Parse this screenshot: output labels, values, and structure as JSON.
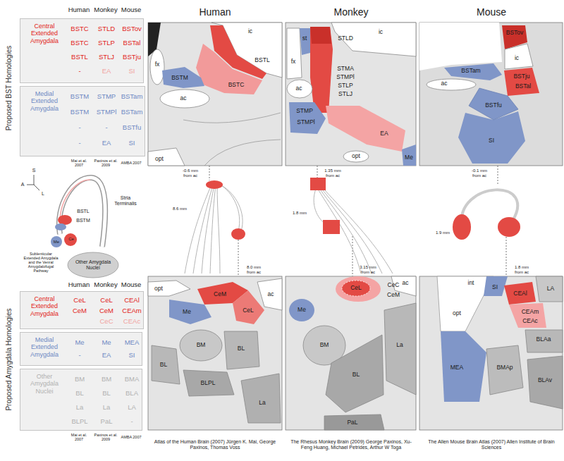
{
  "diagram": {
    "nodes": [
      {
        "text": [
          "Central Extended Amygdala",
          "BSTC",
          "BSTC",
          "BSTL",
          "-",
          "STLD",
          "STLP",
          "STLJ",
          "EA",
          "BSTov",
          "BSTal",
          "BSTju",
          "SI"
        ]
      },
      {
        "text": [
          "Medial Extended Amygdala",
          "BSTM",
          "BSTM",
          "-",
          "-",
          "STMP",
          "STMPl",
          "-",
          "EA",
          "BSTam",
          "BSTam",
          "BSTfu",
          "SI"
        ]
      },
      {
        "text": [
          "Central Extended Amygdala",
          "CeL",
          "CeM",
          "CeL",
          "CeM",
          "CeC",
          "CEAl",
          "CEAm",
          "CEAc"
        ]
      },
      {
        "text": [
          "Medial Extended Amygdala",
          "Me",
          "-",
          "Me",
          "EA",
          "MEA",
          "SI"
        ]
      },
      {
        "text": [
          "Other Amygdala Nuclei",
          "BM",
          "BL",
          "La",
          "BLPL",
          "BM",
          "BL",
          "La",
          "PaL",
          "BMA",
          "BLA",
          "LA",
          "-"
        ]
      }
    ],
    "labels": [
      "Human",
      "Monkey",
      "Mouse",
      "Proposed BST Homologies",
      "Mai et al. 2007",
      "Paxinos et al. 2009",
      "AMBA 2007",
      "S",
      "A",
      "L",
      "Stria Terminalis",
      "BSTL",
      "BSTM",
      "Me",
      "Ce",
      "Sublenticular Extended Amygdala and the Venral Amygdalofugal Pathway",
      "Other Amygdala Nuclei",
      "Human",
      "Monkey",
      "Mouse",
      "Proposed Amygdala Homologies",
      "Mai et al. 2007",
      "Paxinos et al. 2009",
      "AMBA 2007",
      "Human",
      "Monkey",
      "Mouse",
      "ic",
      "fx",
      "BSTL",
      "BSTM",
      "BSTC",
      "ac",
      "opt",
      "ic",
      "st",
      "fx",
      "STLD",
      "STMA",
      "STMPl",
      "STLP",
      "STLJ",
      "ac",
      "STMP",
      "STMPl",
      "EA",
      "Me",
      "opt",
      "BSTov",
      "ic",
      "BSTam",
      "ac",
      "BSTju",
      "BSTal",
      "BSTfu",
      "SI",
      "-0.6 mm from ac",
      "8.6 mm",
      "8.0 mm from ac",
      "1.35 mm from ac",
      "1.8 mm",
      "3.15 mm from ac",
      "-0.1 mm from ac",
      "1.9 mm",
      "1.8 mm from ac",
      "opt",
      "CeM",
      "ac",
      "Me",
      "CeL",
      "BM",
      "BL",
      "BL",
      "BLPL",
      "La",
      "ac",
      "CeL",
      "CeC",
      "CeM",
      "Me",
      "BM",
      "La",
      "BL",
      "PaL",
      "int",
      "SI",
      "LA",
      "CEAl",
      "opt",
      "CEAm",
      "CEAc",
      "BLAa",
      "MEA",
      "BMAp",
      "BLAv",
      "Atlas of the Human Brain (2007) Jürgen K. Mai, George Paxinos, Thomas Voss",
      "The Rhesus Monkey Brain (2009) George Paxinos, Xu-Feng Huang, Michael Petrides, Arthur W Toga",
      "The Allen Mouse Brain Atlas (2007) Allen Institute of Brain Sciences"
    ]
  }
}
